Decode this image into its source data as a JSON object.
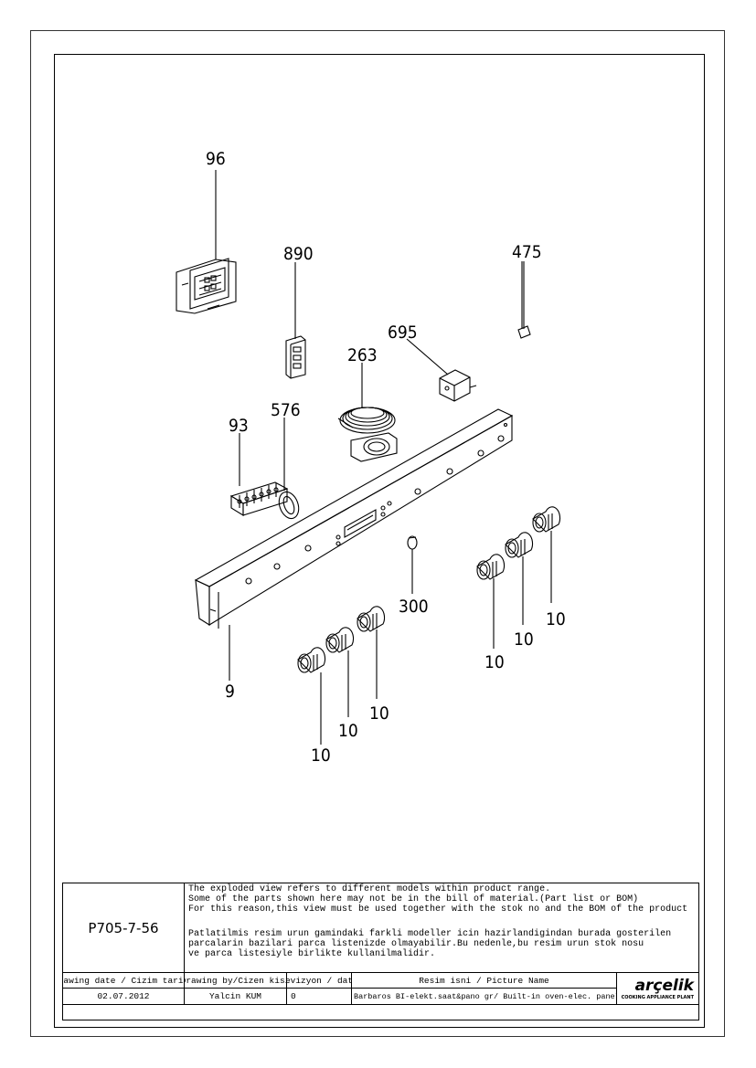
{
  "drawing": {
    "callouts": {
      "c96": "96",
      "c890": "890",
      "c475": "475",
      "c695": "695",
      "c263": "263",
      "c576": "576",
      "c93": "93",
      "c300": "300",
      "c9": "9",
      "c10": "10"
    }
  },
  "title_block": {
    "drawing_code": "P705-7-56",
    "note_en": [
      "The exploded view refers to different models within product range.",
      "Some of the parts shown here may not be in the bill of material.(Part list or BOM)",
      "For this reason,this view must be used together with the stok no and the BOM of the product"
    ],
    "note_tr": [
      "Patlatilmis resim urun gamindaki farkli modeller icin hazirlandigindan burada gosterilen",
      "parcalarin bazilari parca listenizde olmayabilir.Bu nedenle,bu resim urun stok nosu",
      "ve parca listesiyle birlikte kullanilmalidir."
    ],
    "headers": {
      "date": "Drawing date / Cizim tarihi",
      "by": "Drawing by/Cizen kisi",
      "rev": "Revizyon / date",
      "name": "Resim isni / Picture Name"
    },
    "values": {
      "date": "02.07.2012",
      "by": "Yalcin KUM",
      "rev": "0",
      "name": "Barbaros BI-elekt.saat&pano gr/ Built-in oven-elec. panel&timer gr"
    },
    "logo": {
      "brand": "arçelik",
      "tagline": "COOKING APPLIANCE PLANT"
    }
  }
}
